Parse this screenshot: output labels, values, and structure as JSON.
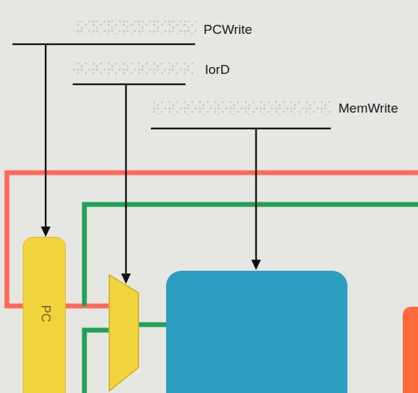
{
  "diagram": {
    "nodes": [
      {
        "text": [
          "PC"
        ]
      }
    ],
    "labels": [
      "PCWrite",
      "IorD",
      "MemWrite"
    ]
  }
}
